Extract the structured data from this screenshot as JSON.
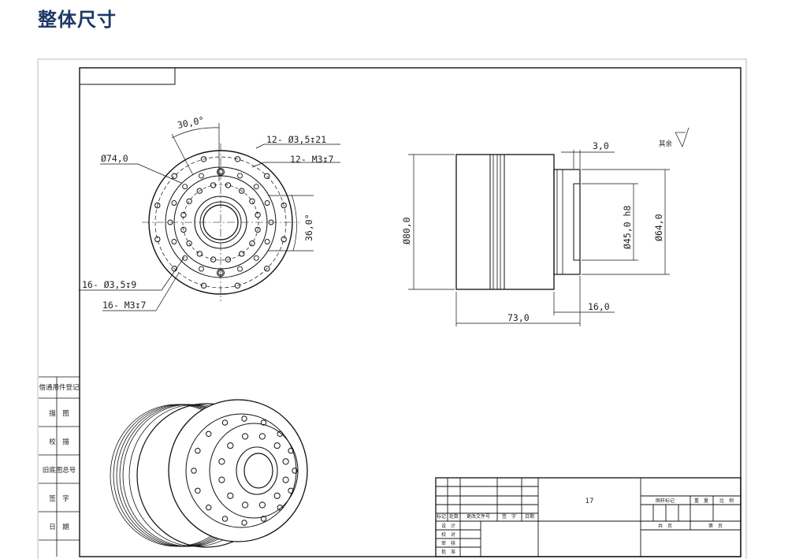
{
  "page": {
    "heading": "整体尺寸"
  },
  "drawing": {
    "front_view": {
      "angle_top": "30,0°",
      "hole_top": "12- Ø3,5↧21",
      "thread_top": "12- M3↧7",
      "diameter_outer": "Ø74,0",
      "angle_right": "36,0°",
      "hole_bottom": "16- Ø3,5↧9",
      "thread_bottom": "16- M3↧7"
    },
    "side_view": {
      "offset": "3,0",
      "roughness": "其余",
      "dia_left": "Ø80,0",
      "dia_fit": "Ø45,0 h8",
      "dia_right": "Ø64,0",
      "length_flange": "16,0",
      "length_total": "73,0"
    },
    "left_stamps": [
      "借通用件登记",
      "描　图",
      "校　描",
      "旧底图总号",
      "签　字",
      "日　期"
    ],
    "title_block": {
      "col_headers": [
        "标记",
        "处数",
        "更改文件号",
        "签　字",
        "日期"
      ],
      "row_labels": [
        "设　计",
        "校　对",
        "审　核",
        "批　准"
      ],
      "drawing_number": "17",
      "right_headers": [
        "图样标记",
        "重　量",
        "比　例"
      ],
      "sheet_labels": [
        "共　页",
        "第　页"
      ]
    }
  }
}
